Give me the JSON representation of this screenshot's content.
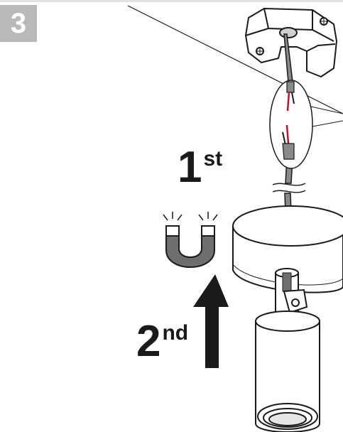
{
  "step": {
    "number": "3"
  },
  "labels": {
    "first_num": "1",
    "first_suffix": "st",
    "second_num": "2",
    "second_suffix": "nd"
  },
  "icons": [
    "ceiling-bracket-icon",
    "magnet-icon",
    "arrow-up-icon",
    "pendant-lamp-icon",
    "wire-detail-icon"
  ],
  "colors": {
    "badge": "#b9b9b9",
    "wire_red": "#c8102e",
    "ink": "#1a1a1a",
    "cable": "#8a8a8a",
    "magnet": "#6e6e6e"
  }
}
